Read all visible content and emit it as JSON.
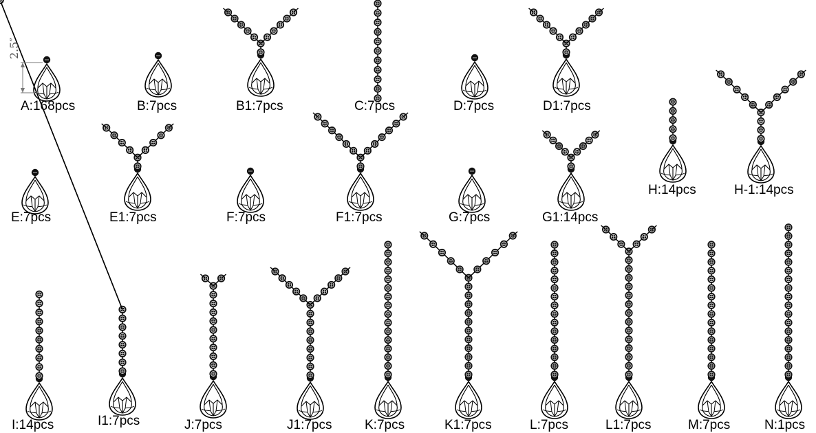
{
  "dimension": {
    "label": "2.5″"
  },
  "items": [
    {
      "label": "A:168pcs",
      "type": "drop"
    },
    {
      "label": "B:7pcs",
      "type": "drop"
    },
    {
      "label": "B1:7pcs",
      "type": "y",
      "arm_beads": 5,
      "stem_beads": 1
    },
    {
      "label": "C:7pcs",
      "type": "strand",
      "beads": 11
    },
    {
      "label": "D:7pcs",
      "type": "drop"
    },
    {
      "label": "D1:7pcs",
      "type": "y",
      "arm_beads": 5,
      "stem_beads": 1
    },
    {
      "label": "E:7pcs",
      "type": "drop"
    },
    {
      "label": "E1:7pcs",
      "type": "y",
      "arm_beads": 4,
      "stem_beads": 1
    },
    {
      "label": "F:7pcs",
      "type": "drop"
    },
    {
      "label": "F1:7pcs",
      "type": "y",
      "arm_beads": 6,
      "stem_beads": 1
    },
    {
      "label": "G:7pcs",
      "type": "drop"
    },
    {
      "label": "G1:14pcs",
      "type": "y",
      "arm_beads": 4,
      "stem_beads": 1
    },
    {
      "label": "H:14pcs",
      "type": "pendant",
      "beads": 5
    },
    {
      "label": "H-1:14pcs",
      "type": "y",
      "arm_beads": 5,
      "stem_beads": 3
    },
    {
      "label": "I:14pcs",
      "type": "pendant",
      "beads": 10
    },
    {
      "label": "I1:7pcs",
      "type": "y",
      "arm_beads": 5,
      "stem_beads": 7
    },
    {
      "label": "J:7pcs",
      "type": "y",
      "arm_beads": 1,
      "stem_beads": 10
    },
    {
      "label": "J1:7pcs",
      "type": "y",
      "arm_beads": 5,
      "stem_beads": 8
    },
    {
      "label": "K:7pcs",
      "type": "pendant",
      "beads": 16
    },
    {
      "label": "K1:7pcs",
      "type": "y",
      "arm_beads": 5,
      "stem_beads": 11
    },
    {
      "label": "L:7pcs",
      "type": "pendant",
      "beads": 16
    },
    {
      "label": "L1:7pcs",
      "type": "y",
      "arm_beads": 3,
      "stem_beads": 14
    },
    {
      "label": "M:7pcs",
      "type": "pendant",
      "beads": 16
    },
    {
      "label": "N:1pcs",
      "type": "pendant",
      "beads": 18
    }
  ]
}
